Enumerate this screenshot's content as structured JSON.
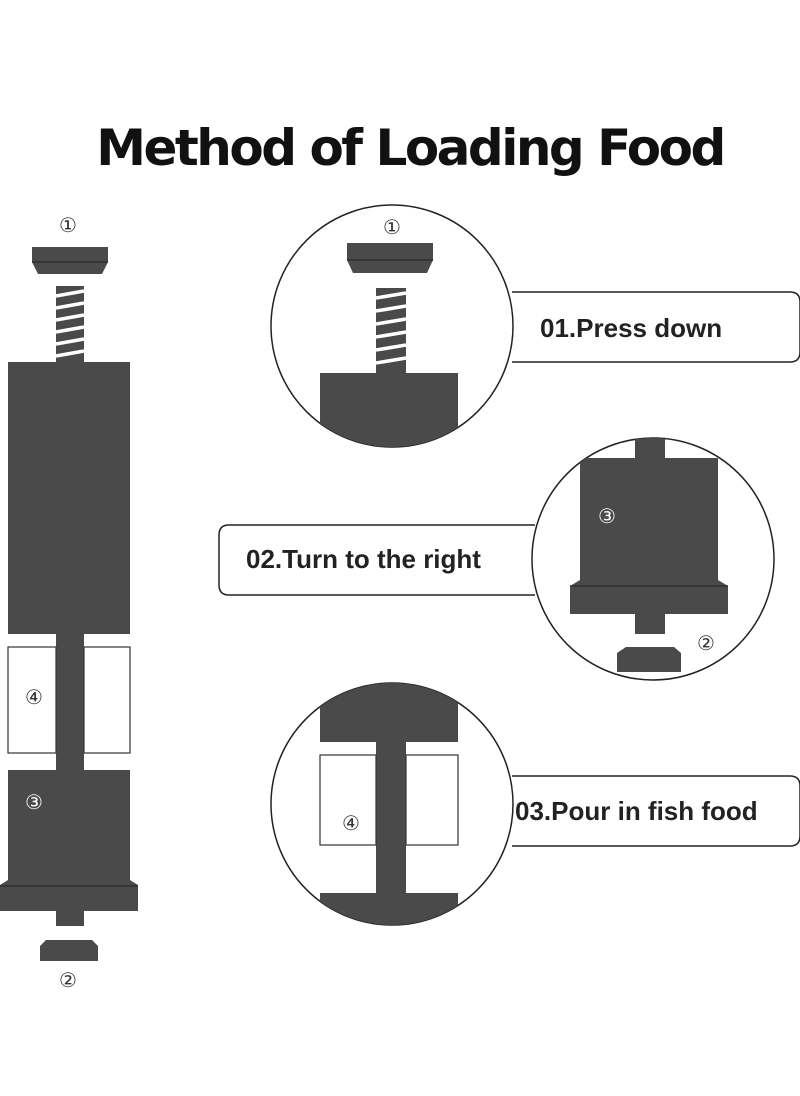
{
  "title": "Method of Loading Food",
  "colors": {
    "part": "#4a4a4a",
    "outline": "#333333",
    "background": "#ffffff",
    "spring": "#ffffff"
  },
  "markers": {
    "one": "①",
    "two": "②",
    "three": "③",
    "four": "④"
  },
  "steps": [
    {
      "label": "01.Press down"
    },
    {
      "label": "02.Turn to the right"
    },
    {
      "label": "03.Pour in fish food"
    }
  ]
}
